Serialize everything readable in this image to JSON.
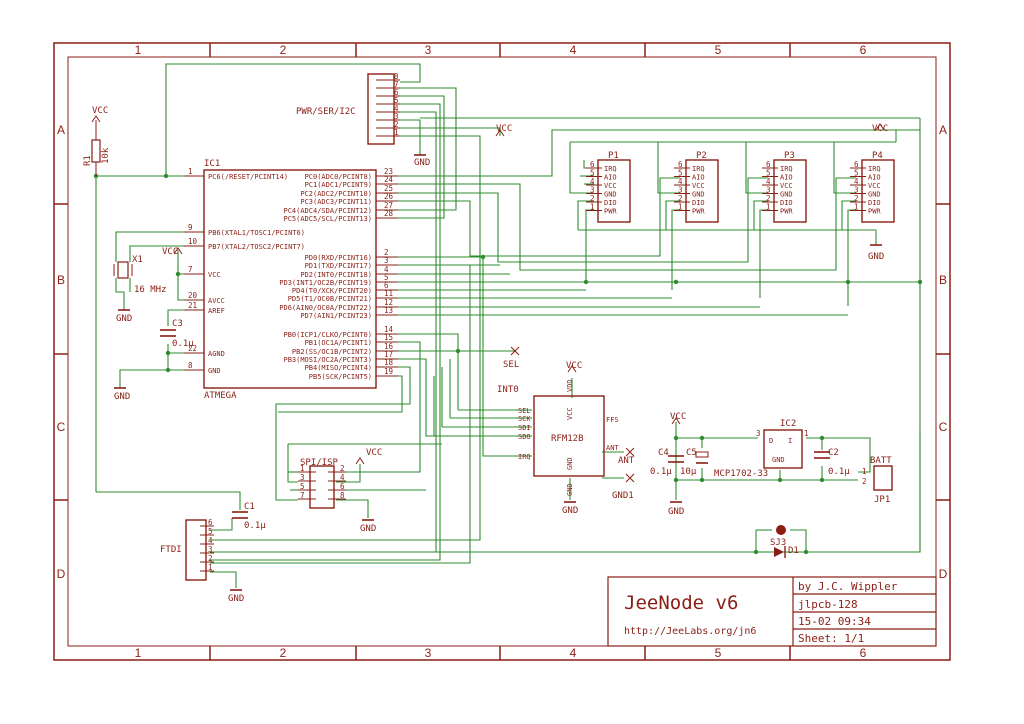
{
  "colors": {
    "frame": "#8a1e14",
    "part": "#8a1e14",
    "wire": "#2e8b2e"
  },
  "frame": {
    "columns": [
      "1",
      "2",
      "3",
      "4",
      "5",
      "6"
    ],
    "rows": [
      "A",
      "B",
      "C",
      "D"
    ]
  },
  "title_block": {
    "title": "JeeNode v6",
    "url": "http://JeeLabs.org/jn6",
    "author": "by J.C. Wippler",
    "board": "jlpcb-128",
    "date": "15-02 09:34",
    "sheet": "Sheet: 1/1"
  },
  "ic1": {
    "name": "IC1",
    "part": "ATMEGA",
    "left": [
      {
        "pin": "1",
        "label": "PC6(/RESET/PCINT14)"
      },
      {
        "pin": "9",
        "label": "PB6(XTAL1/TOSC1/PCINT6)"
      },
      {
        "pin": "10",
        "label": "PB7(XTAL2/TOSC2/PCINT7)"
      },
      {
        "pin": "7",
        "label": "VCC"
      },
      {
        "pin": "20",
        "label": "AVCC"
      },
      {
        "pin": "21",
        "label": "AREF"
      },
      {
        "pin": "22",
        "label": "AGND"
      },
      {
        "pin": "8",
        "label": "GND"
      }
    ],
    "right": [
      {
        "pin": "23",
        "label": "PC0(ADC0/PCINT8)"
      },
      {
        "pin": "24",
        "label": "PC1(ADC1/PCINT9)"
      },
      {
        "pin": "25",
        "label": "PC2(ADC2/PCINT10)"
      },
      {
        "pin": "26",
        "label": "PC3(ADC3/PCINT11)"
      },
      {
        "pin": "27",
        "label": "PC4(ADC4/SDA/PCINT12)"
      },
      {
        "pin": "28",
        "label": "PC5(ADC5/SCL/PCINT13)"
      },
      {
        "pin": "2",
        "label": "PD0(RXD/PCINT16)"
      },
      {
        "pin": "3",
        "label": "PD1(TXD/PCINT17)"
      },
      {
        "pin": "4",
        "label": "PD2(INT0/PCINT18)"
      },
      {
        "pin": "5",
        "label": "PD3(INT1/OC2B/PCINT19)"
      },
      {
        "pin": "6",
        "label": "PD4(T0/XCK/PCINT20)"
      },
      {
        "pin": "11",
        "label": "PD5(T1/OC0B/PCINT21)"
      },
      {
        "pin": "12",
        "label": "PD6(AIN0/OC0A/PCINT22)"
      },
      {
        "pin": "13",
        "label": "PD7(AIN1/PCINT23)"
      },
      {
        "pin": "14",
        "label": "PB0(ICP1/CLKO/PCINT0)"
      },
      {
        "pin": "15",
        "label": "PB1(OC1A/PCINT1)"
      },
      {
        "pin": "16",
        "label": "PB2(SS/OC1B/PCINT2)"
      },
      {
        "pin": "17",
        "label": "PB3(MOSI/OC2A/PCINT3)"
      },
      {
        "pin": "18",
        "label": "PB4(MISO/PCINT4)"
      },
      {
        "pin": "19",
        "label": "PB5(SCK/PCINT5)"
      }
    ]
  },
  "labels": {
    "vcc": "VCC",
    "gnd": "GND",
    "gnd1": "GND1",
    "r1_name": "R1",
    "r1_value": "10k",
    "x1_name": "X1",
    "x1_value": "16 MHz",
    "c1_name": "C1",
    "c1_value": "0.1μ",
    "c2_name": "C2",
    "c2_value": "0.1μ",
    "c3_name": "C3",
    "c3_value": "0.1μ",
    "c4_name": "C4",
    "c4_value": "0.1μ",
    "c5_name": "C5",
    "c5_value": "10μ",
    "pwr_header": "PWR/SER/I2C",
    "pwr_pins": [
      "8",
      "7",
      "6",
      "5",
      "4",
      "3",
      "2",
      "1"
    ],
    "spi_header": "SPI/ISP",
    "spi_pins_left": [
      "1",
      "3",
      "5",
      "7"
    ],
    "spi_pins_right": [
      "2",
      "4",
      "6",
      "8"
    ],
    "ftdi": "FTDI",
    "ftdi_pins": [
      "6",
      "5",
      "4",
      "3",
      "2",
      "1"
    ],
    "rfm": "RFM12B",
    "rfm_left": [
      "SEL",
      "SCK",
      "SDI",
      "SDO",
      "IRQ"
    ],
    "rfm_vdd": "VDD",
    "rfm_vcc": "VCC",
    "rfm_gnd": "GND",
    "rfm_ffs": "FFS",
    "rfm_ant": "ANT",
    "ant": "ANT",
    "sel": "SEL",
    "int0": "INT0",
    "ic2": "IC2",
    "ic2_part": "MCP1702-33",
    "ic2_pins": [
      "3",
      "D",
      "I",
      "1",
      "GND"
    ],
    "batt": "BATT",
    "jp1": "JP1",
    "jp1_pins": [
      "1",
      "2"
    ],
    "sj3": "SJ3",
    "d1": "D1",
    "ports": [
      {
        "name": "P1"
      },
      {
        "name": "P2"
      },
      {
        "name": "P3"
      },
      {
        "name": "P4"
      }
    ],
    "port_pins": [
      {
        "num": "6",
        "label": "IRQ"
      },
      {
        "num": "5",
        "label": "AIO"
      },
      {
        "num": "4",
        "label": "VCC"
      },
      {
        "num": "3",
        "label": "GND"
      },
      {
        "num": "2",
        "label": "DIO"
      },
      {
        "num": "1",
        "label": "PWR"
      }
    ]
  }
}
